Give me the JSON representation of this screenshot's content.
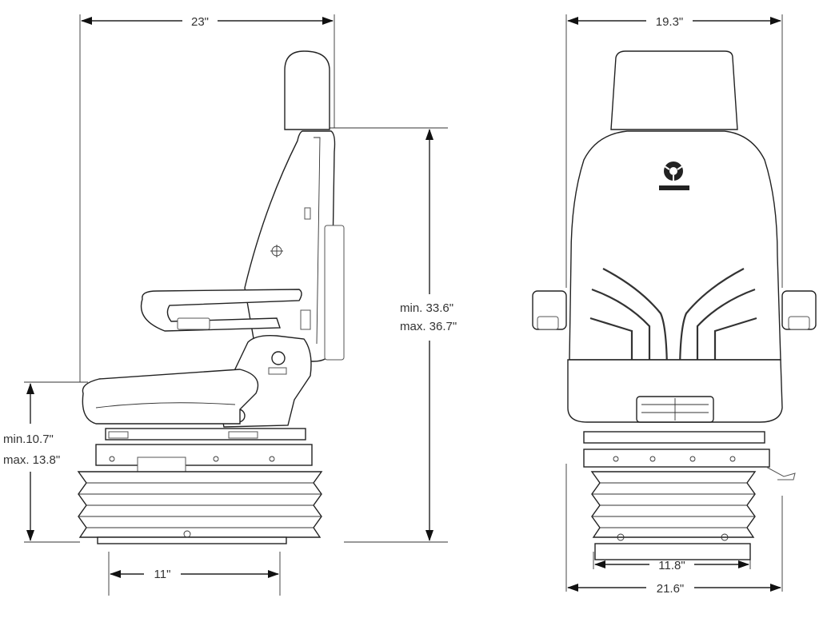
{
  "dimensions": {
    "side_width": "23\"",
    "front_width": "19.3\"",
    "overall_height_min": "min. 33.6\"",
    "overall_height_max": "max. 36.7\"",
    "seat_height_min": "min.10.7\"",
    "seat_height_max": "max. 13.8\"",
    "base_depth": "11\"",
    "base_width": "11.8\"",
    "overall_base_width": "21.6\""
  },
  "colors": {
    "line": "#222222",
    "text": "#333333",
    "background": "#ffffff"
  },
  "icons": {
    "logo": "steering-wheel-logo-icon",
    "side_knob": "adjustment-knob-icon"
  }
}
